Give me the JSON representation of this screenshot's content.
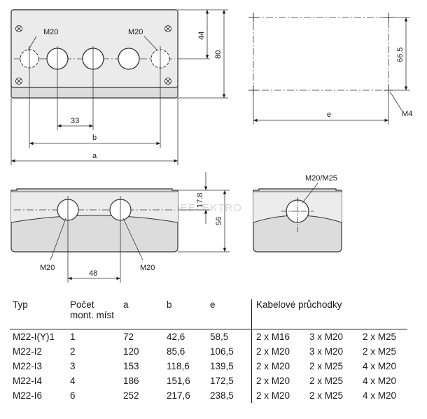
{
  "watermark": "DEELEKTRO",
  "top_view": {
    "hole_label_left": "M20",
    "hole_label_right": "M20",
    "dim_pitch": "33",
    "dim_b": "b",
    "dim_a": "a",
    "dim_44": "44",
    "dim_80": "80"
  },
  "mounting_view": {
    "dim_e": "e",
    "dim_66_5": "66.5",
    "screw_label": "M4"
  },
  "front_view": {
    "label_left": "M20",
    "label_right": "M20",
    "dim_pitch": "48",
    "dim_17_8": "17.8",
    "dim_56": "56"
  },
  "side_view": {
    "hole_label": "M20/M25"
  },
  "table": {
    "headers": {
      "typ": "Typ",
      "pocet_line1": "Počet",
      "pocet_line2": "mont. míst",
      "a": "a",
      "b": "b",
      "e": "e",
      "kabelove": "Kabelové průchodky"
    },
    "rows": [
      {
        "typ": "M22-I(Y)1",
        "pocet": "1",
        "a": "72",
        "b": "42,6",
        "e": "58,5",
        "k1": "2 x M16",
        "k2": "3 x M20",
        "k3": "2 x M25"
      },
      {
        "typ": "M22-I2",
        "pocet": "2",
        "a": "120",
        "b": "85,6",
        "e": "106,5",
        "k1": "2 x M20",
        "k2": "3 x M20",
        "k3": "2 x M25"
      },
      {
        "typ": "M22-I3",
        "pocet": "3",
        "a": "153",
        "b": "118,6",
        "e": "139,5",
        "k1": "2 x M20",
        "k2": "2 x M25",
        "k3": "4 x M20"
      },
      {
        "typ": "M22-I4",
        "pocet": "4",
        "a": "186",
        "b": "151,6",
        "e": "172,5",
        "k1": "2 x M20",
        "k2": "2 x M25",
        "k3": "4 x M20"
      },
      {
        "typ": "M22-I6",
        "pocet": "6",
        "a": "252",
        "b": "217,6",
        "e": "238,5",
        "k1": "2 x M20",
        "k2": "2 x M25",
        "k3": "4 x M20"
      }
    ]
  }
}
